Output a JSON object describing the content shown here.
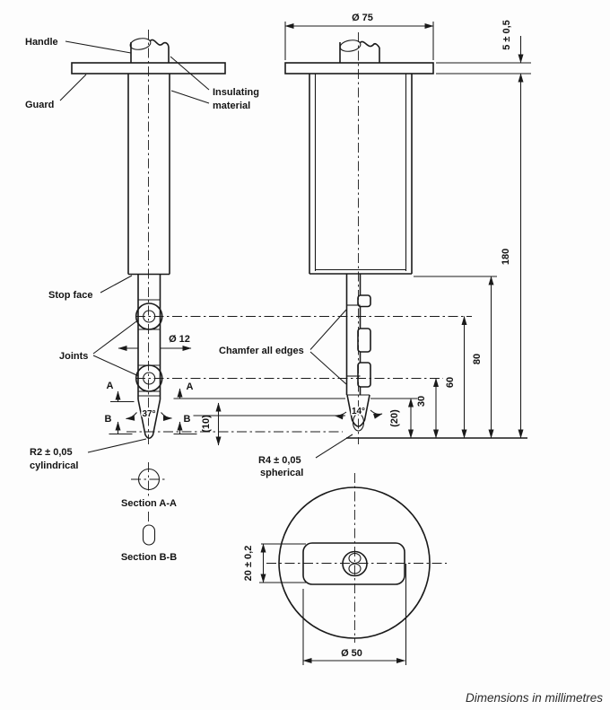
{
  "meta": {
    "caption": "Dimensions in millimetres"
  },
  "labels": {
    "handle": "Handle",
    "guard": "Guard",
    "insulating1": "Insulating",
    "insulating2": "material",
    "stop_face": "Stop face",
    "joints": "Joints",
    "chamfer": "Chamfer all edges",
    "r2": "R2 ± 0,05",
    "r2_sub": "cylindrical",
    "r4": "R4 ± 0,05",
    "r4_sub": "spherical",
    "section_aa": "Section A-A",
    "section_bb": "Section B-B",
    "marker_a": "A",
    "marker_b": "B"
  },
  "dims": {
    "dia_guard": "Ø 75",
    "guard_thickness": "5 ± 0,5",
    "overall_length": "180",
    "stop_to_tip": "80",
    "joint1_to_tip": "60",
    "joint2_to_tip": "30",
    "taper_len_side": "(20)",
    "taper_len_front": "(10)",
    "dia_finger": "Ø 12",
    "angle_front": "37°",
    "angle_side": "14°",
    "handle_flat_width": "20 ± 0,2",
    "dia_handle": "Ø 50"
  }
}
